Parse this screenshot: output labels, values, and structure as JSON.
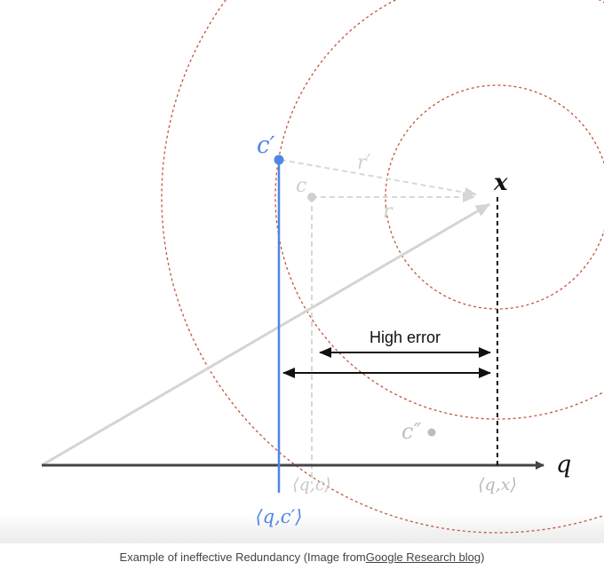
{
  "figure": {
    "labels": {
      "c_prime": "c′",
      "c": "c",
      "c_double_prime": "c″",
      "x": "x",
      "q": "q",
      "r": "r",
      "r_prime": "r′",
      "high_error": "High error",
      "proj_q_c_prime": "⟨q,c′⟩",
      "proj_q_c": "⟨q,c⟩",
      "proj_q_x": "⟨q,x⟩"
    },
    "colors": {
      "circle": "#c0573c",
      "highlight": "#4f86e6",
      "faded": "#cfcfcf",
      "axis": "#444444",
      "ink": "#111111"
    }
  },
  "caption": {
    "text_before": "Example of ineffective Redundancy (Image from ",
    "link_text": "Google Research blog",
    "text_after": ")"
  }
}
